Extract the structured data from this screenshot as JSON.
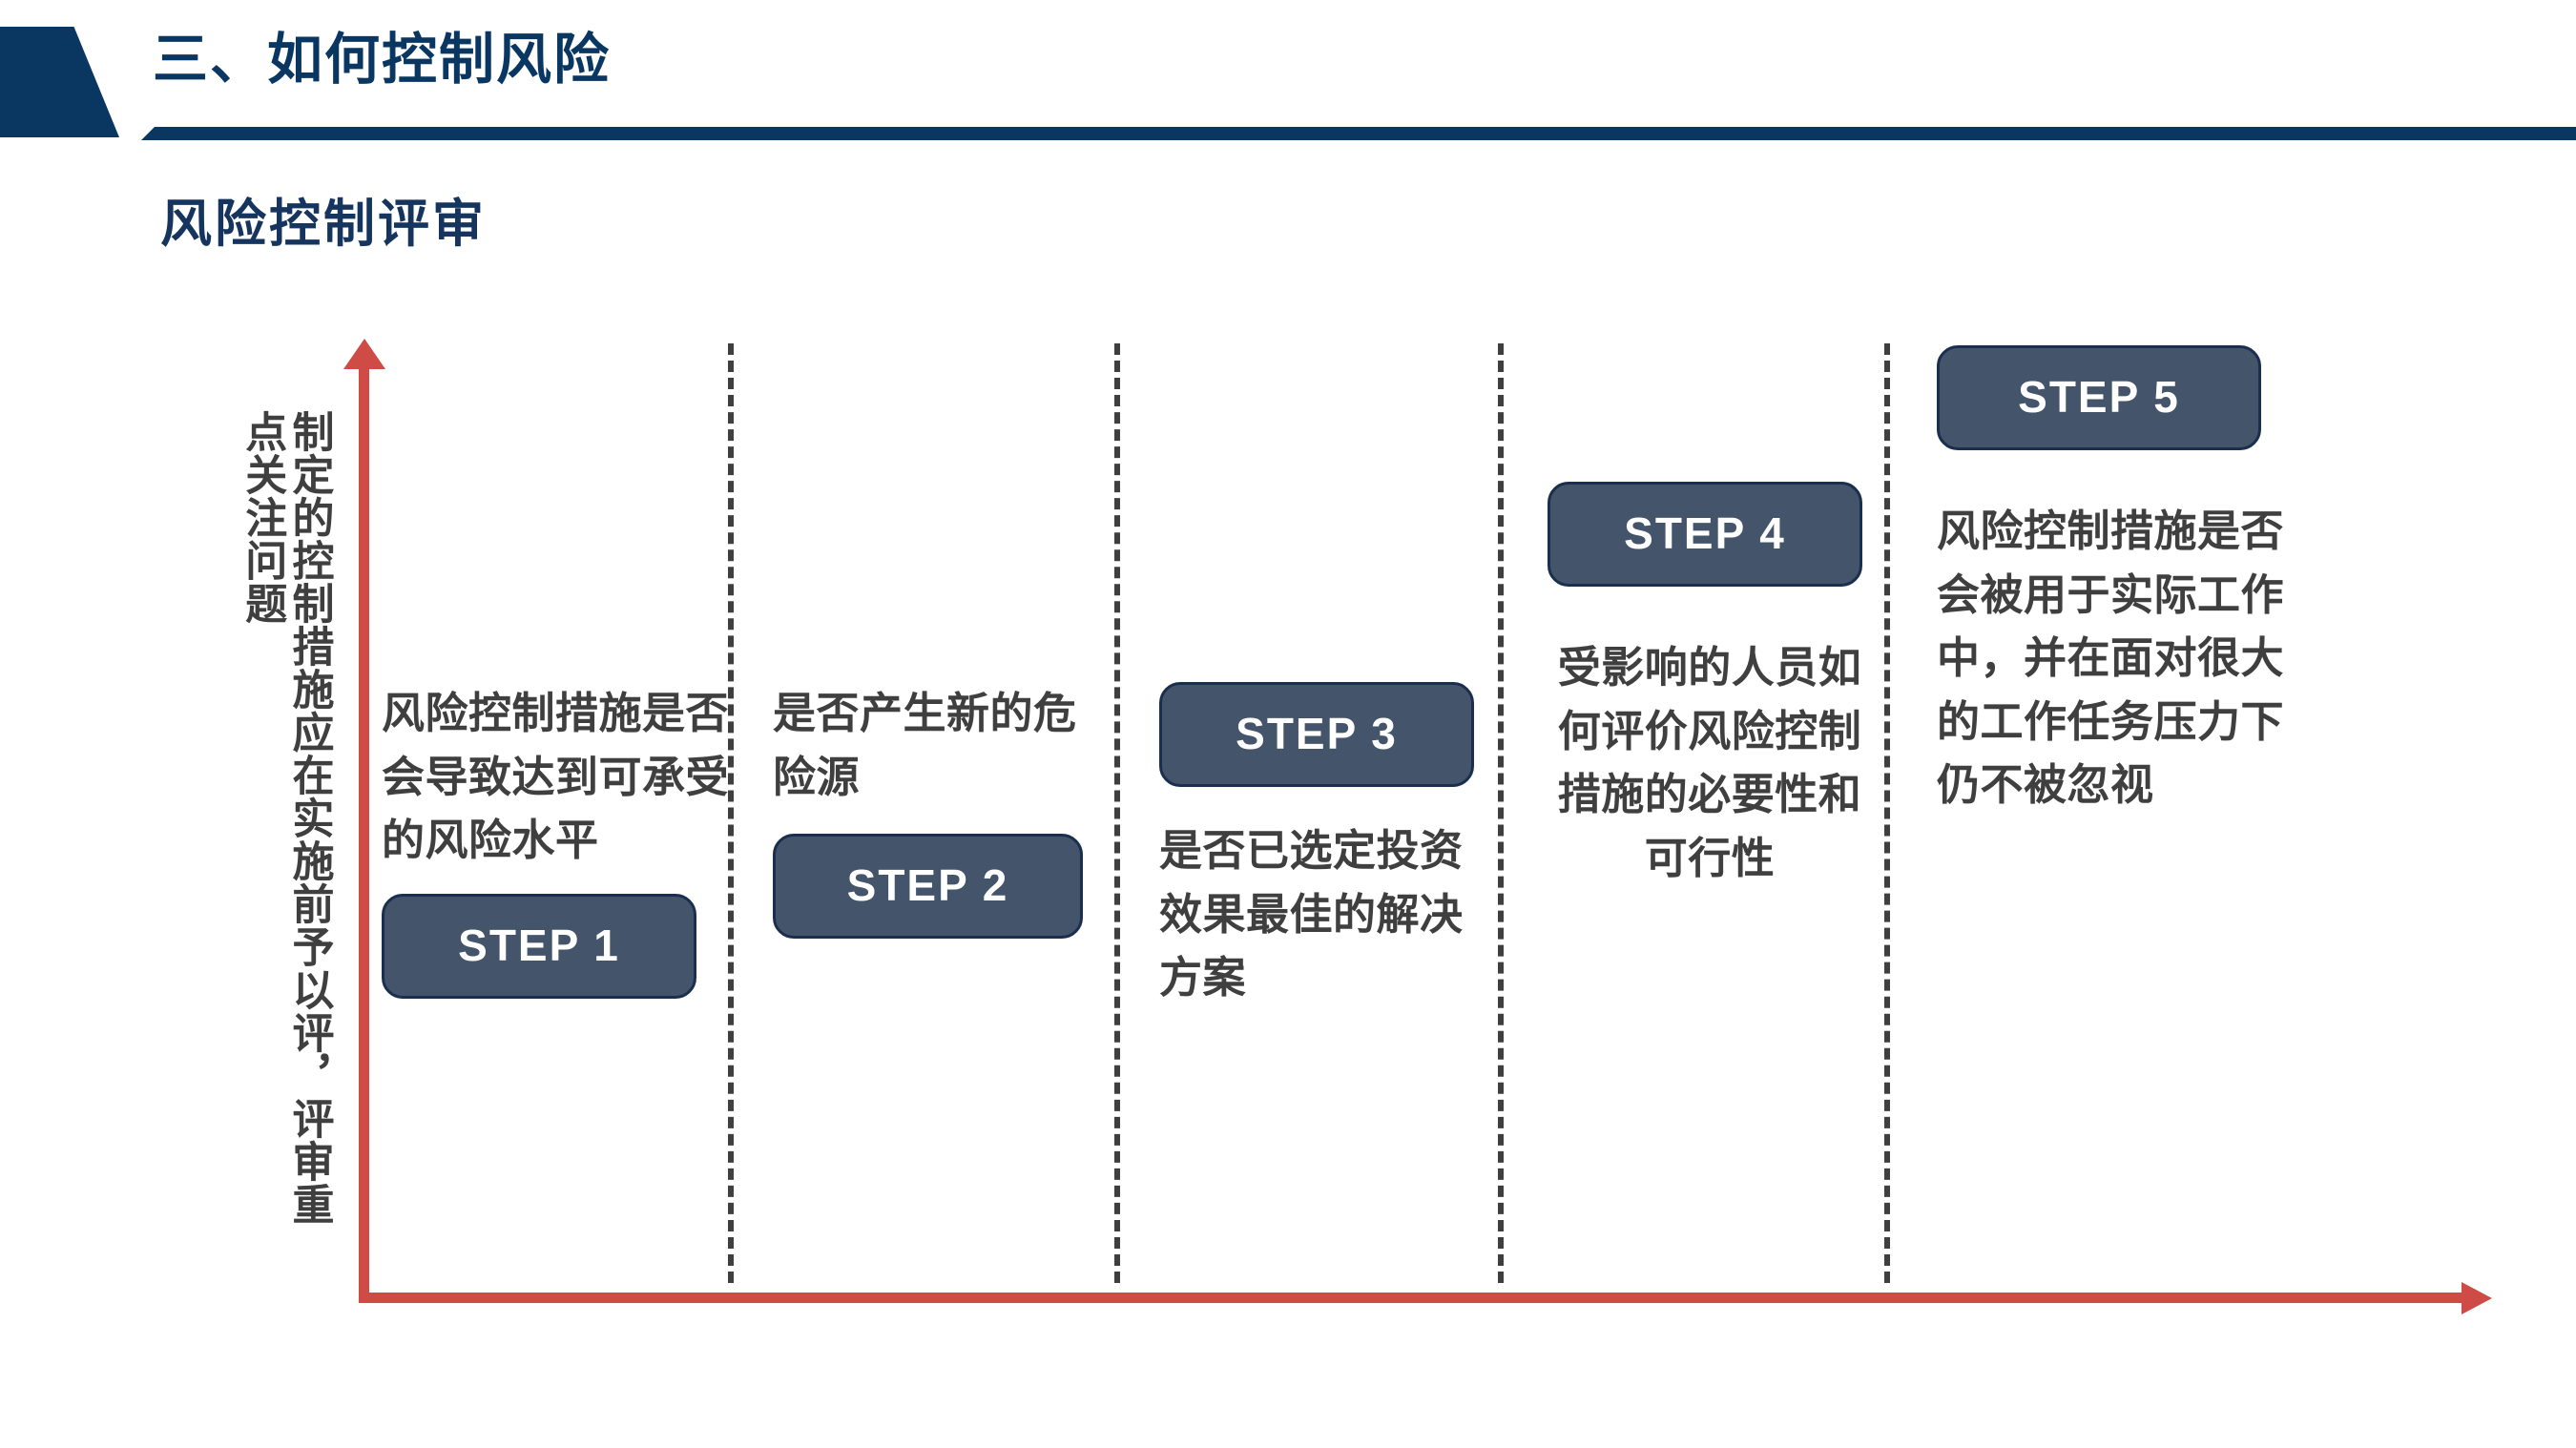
{
  "slide": {
    "header_title": "三、如何控制风险",
    "subtitle": "风险控制评审",
    "colors": {
      "navy": "#0A3761",
      "subtitle_navy": "#16355E",
      "axis_red": "#CE4B46",
      "badge_fill": "#44546A",
      "badge_border": "#1A2F4E",
      "body_text": "#3F3F3F",
      "divider": "#3F3F3F"
    }
  },
  "axis": {
    "vertical_label": "制定的控制措施应在实施前予以评，评审重点关注问题",
    "vertical_arrow_direction": "up",
    "horizontal_arrow_direction": "right"
  },
  "steps": [
    {
      "badge": "STEP 1",
      "text": "风险控制措施是否会导致达到可承受的风险水平",
      "badge_position": "below"
    },
    {
      "badge": "STEP 2",
      "text": "是否产生新的危险源",
      "badge_position": "below"
    },
    {
      "badge": "STEP 3",
      "text": "是否已选定投资效果最佳的解决方案",
      "badge_position": "above"
    },
    {
      "badge": "STEP 4",
      "text": "受影响的人员如何评价风险控制措施的必要性和可行性",
      "badge_position": "above"
    },
    {
      "badge": "STEP 5",
      "text": "风险控制措施是否会被用于实际工作中，并在面对很大的工作任务压力下仍不被忽视",
      "badge_position": "above"
    }
  ]
}
